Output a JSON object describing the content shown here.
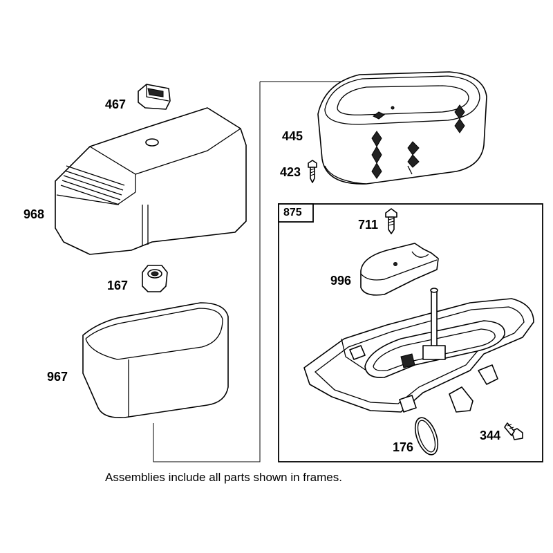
{
  "parts": {
    "p467": "467",
    "p968": "968",
    "p167": "167",
    "p967": "967",
    "p445": "445",
    "p423": "423",
    "p711": "711",
    "p996": "996",
    "p176": "176",
    "p344": "344"
  },
  "frame": {
    "label": "875"
  },
  "caption": "Assemblies include all parts shown in frames."
}
